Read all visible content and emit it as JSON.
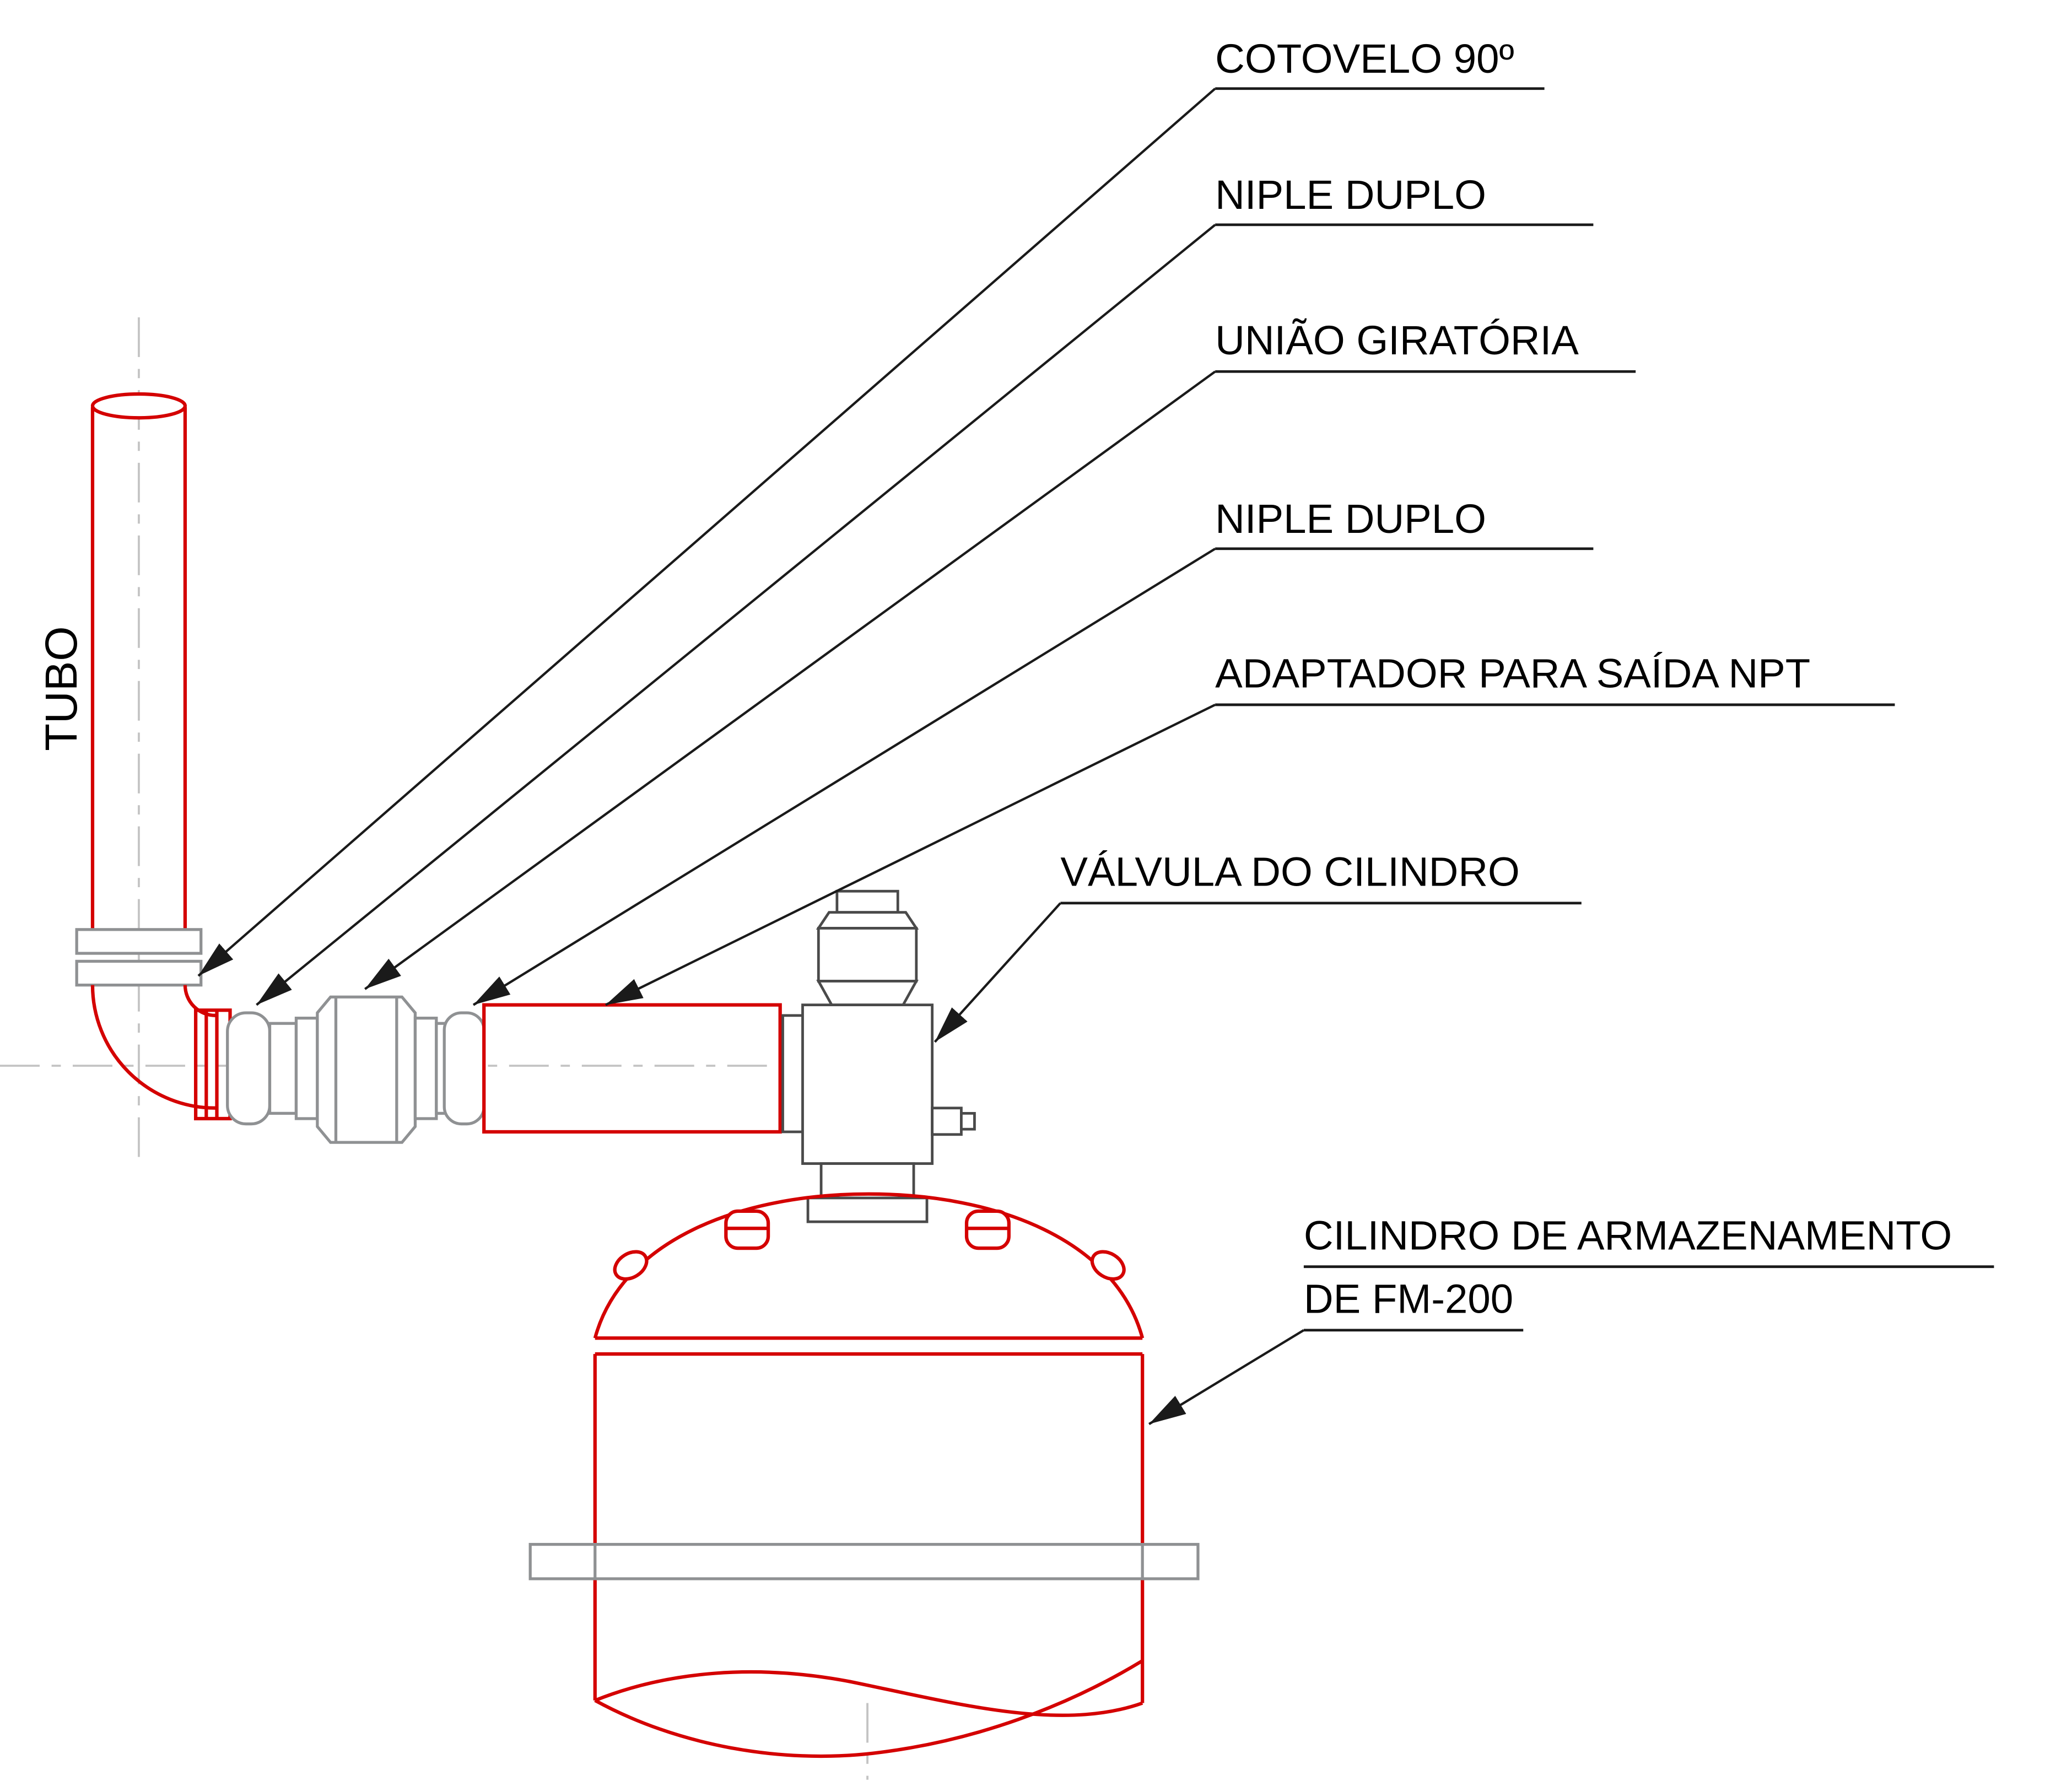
{
  "labels": {
    "elbow": "COTOVELO 90º",
    "nipple_top": "NIPLE DUPLO",
    "union": "UNIÃO GIRATÓRIA",
    "nipple_bottom": "NIPLE DUPLO",
    "adapter": "ADAPTADOR PARA SAÍDA NPT",
    "valve": "VÁLVULA DO CILINDRO",
    "cylinder_line1": "CILINDRO DE ARMAZENAMENTO",
    "cylinder_line2": "DE FM-200",
    "tube": "TUBO"
  },
  "colors": {
    "red": "#d40000",
    "fitting_gray": "#8f9193",
    "valve_dark": "#4a4a4a",
    "centerline": "#c4c4c4",
    "line": "#1a1a1a",
    "text": "#000000",
    "background": "#ffffff"
  }
}
